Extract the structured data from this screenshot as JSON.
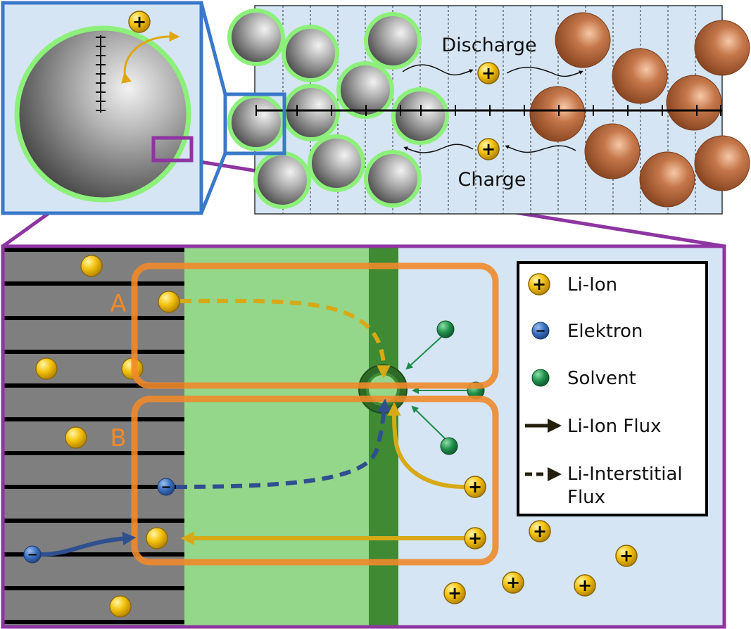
{
  "labels": {
    "discharge": "Discharge",
    "charge": "Charge",
    "region_a": "A",
    "region_b": "B"
  },
  "legend": {
    "items": [
      {
        "key": "li-ion",
        "label": "Li-Ion"
      },
      {
        "key": "elektron",
        "label": "Elektron"
      },
      {
        "key": "solvent",
        "label": "Solvent"
      },
      {
        "key": "ion-flux",
        "label": "Li-Ion Flux"
      },
      {
        "key": "interstitial-flux",
        "label_line1": "Li-Interstitial",
        "label_line2": "Flux"
      }
    ]
  },
  "symbols": {
    "plus": "+",
    "minus": "−"
  },
  "colors": {
    "zoom_blue": "#3a78c9",
    "zoom_purple": "#8e35a2",
    "orange_region": "#f08a2b",
    "li_ion": "#f2c200",
    "electron": "#3a6fbf",
    "solvent": "#1e8a4a",
    "sei_outer": "#94d68a",
    "sei_inner": "#3f8a33",
    "electrolyte": "#d5e5f4",
    "graphite": "#7f7f7f",
    "cathode": "#b8683a",
    "flux_gold": "#d8a916",
    "flux_blue": "#2f4f8f"
  }
}
